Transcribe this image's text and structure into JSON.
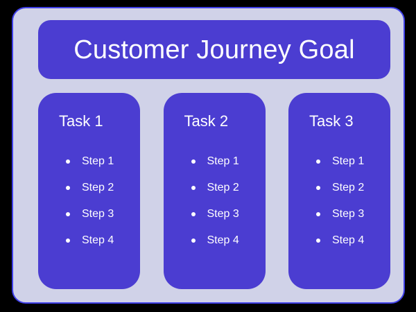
{
  "diagram": {
    "type": "customer-journey-goal-breakdown",
    "colors": {
      "page_background": "#000000",
      "container_fill": "#d0d2e8",
      "container_border": "#4040e8",
      "card_fill": "#4b3dd1",
      "text": "#ffffff"
    },
    "goal": {
      "title": "Customer Journey Goal"
    },
    "tasks": [
      {
        "label": "Task 1",
        "steps": [
          {
            "bullet": "bullet-dot-icon",
            "text": "Step 1"
          },
          {
            "bullet": "bullet-dot-icon",
            "text": "Step 2"
          },
          {
            "bullet": "bullet-dot-icon",
            "text": "Step 3"
          },
          {
            "bullet": "bullet-dot-icon",
            "text": "Step 4"
          }
        ]
      },
      {
        "label": "Task 2",
        "steps": [
          {
            "bullet": "bullet-dot-icon",
            "text": "Step 1"
          },
          {
            "bullet": "bullet-dot-icon",
            "text": "Step 2"
          },
          {
            "bullet": "bullet-dot-icon",
            "text": "Step 3"
          },
          {
            "bullet": "bullet-dot-icon",
            "text": "Step 4"
          }
        ]
      },
      {
        "label": "Task 3",
        "steps": [
          {
            "bullet": "bullet-dot-icon",
            "text": "Step 1"
          },
          {
            "bullet": "bullet-dot-icon",
            "text": "Step 2"
          },
          {
            "bullet": "bullet-dot-icon",
            "text": "Step 3"
          },
          {
            "bullet": "bullet-dot-icon",
            "text": "Step 4"
          }
        ]
      }
    ]
  }
}
